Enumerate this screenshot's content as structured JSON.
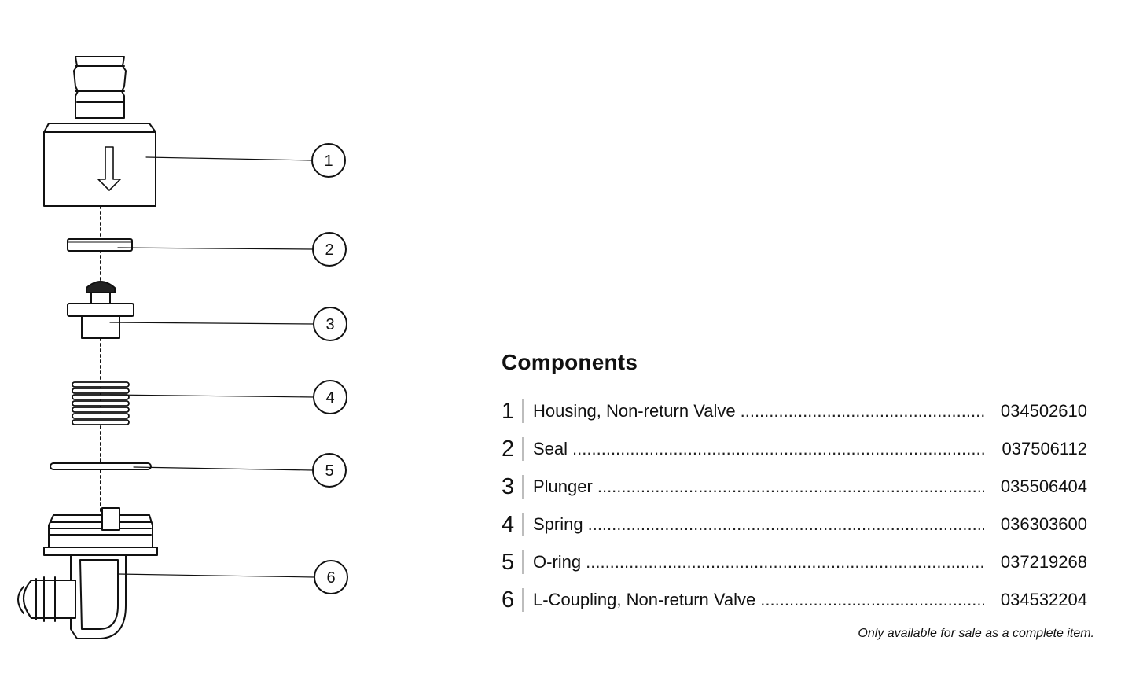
{
  "components": {
    "title": "Components",
    "items": [
      {
        "num": "1",
        "name": "Housing, Non-return Valve",
        "code": "034502610"
      },
      {
        "num": "2",
        "name": "Seal",
        "code": "037506112"
      },
      {
        "num": "3",
        "name": "Plunger",
        "code": "035506404"
      },
      {
        "num": "4",
        "name": "Spring",
        "code": "036303600"
      },
      {
        "num": "5",
        "name": "O-ring",
        "code": "037219268"
      },
      {
        "num": "6",
        "name": "L-Coupling, Non-return Valve",
        "code": "034532204"
      }
    ],
    "note": "Only available for sale as a complete item."
  },
  "diagram": {
    "callouts": [
      "1",
      "2",
      "3",
      "4",
      "5",
      "6"
    ],
    "flow_arrow_icon": "down-arrow-icon"
  }
}
